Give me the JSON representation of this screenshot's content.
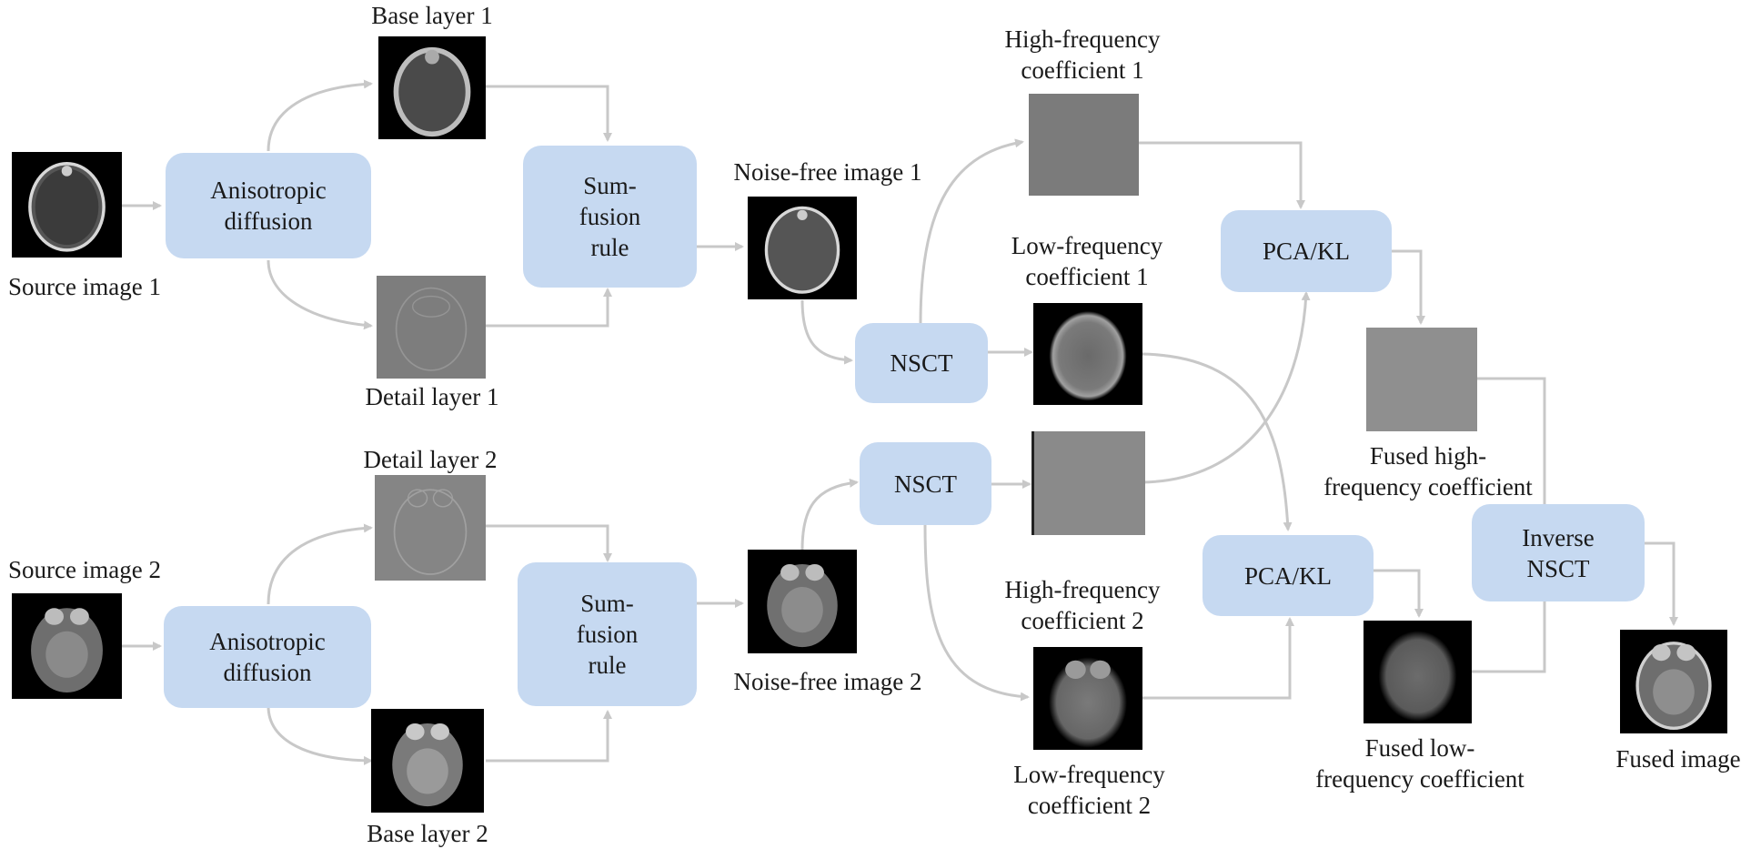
{
  "colors": {
    "box_fill": "#c6d9f1",
    "arrow": "#c8c8c8",
    "text": "#1a1a1a"
  },
  "boxes": {
    "anisotropic_1": "Anisotropic\ndiffusion",
    "anisotropic_2": "Anisotropic\ndiffusion",
    "sum_fusion_1": "Sum-\nfusion\nrule",
    "sum_fusion_2": "Sum-\nfusion\nrule",
    "nsct_1": "NSCT",
    "nsct_2": "NSCT",
    "pca_kl_high": "PCA/KL",
    "pca_kl_low": "PCA/KL",
    "inverse_nsct": "Inverse\nNSCT"
  },
  "labels": {
    "source_image_1": "Source image 1",
    "source_image_2": "Source image 2",
    "base_layer_1": "Base layer 1",
    "detail_layer_1": "Detail layer 1",
    "detail_layer_2": "Detail layer 2",
    "base_layer_2": "Base layer 2",
    "noise_free_1": "Noise-free image 1",
    "noise_free_2": "Noise-free image 2",
    "high_freq_1": "High-frequency\ncoefficient 1",
    "low_freq_1": "Low-frequency\ncoefficient 1",
    "high_freq_2": "High-frequency\ncoefficient 2",
    "low_freq_2": "Low-frequency\ncoefficient 2",
    "fused_high": "Fused high-\nfrequency coefficient",
    "fused_low": "Fused low-\nfrequency coefficient",
    "fused_image": "Fused image"
  }
}
